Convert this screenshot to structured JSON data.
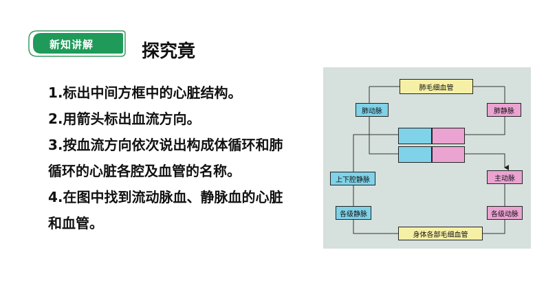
{
  "badge": {
    "label": "新知讲解"
  },
  "section_title": "探究竟",
  "questions": [
    "1.标出中间方框中的心脏结构。",
    "2.用箭头标出血流方向。",
    "3.按血流方向依次说出构成体循环和肺",
    "循环的心脏各腔及血管的名称。",
    "4.在图中找到流动脉血、静脉血的心脏",
    "和血管。"
  ],
  "diagram": {
    "labels": {
      "lung_capillaries": "肺毛细血管",
      "pulmonary_artery": "肺动脉",
      "pulmonary_vein": "肺静脉",
      "vena_cava": "上下腔静脉",
      "aorta": "主动脉",
      "veins": "各级静脉",
      "arteries": "各级动脉",
      "body_capillaries": "身体各部毛细血管"
    },
    "colors": {
      "blood_venous": "#7fd2e8",
      "blood_arterial": "#eba3d2",
      "capillary": "#f6f0a6",
      "background": "#d6e0dc"
    }
  }
}
